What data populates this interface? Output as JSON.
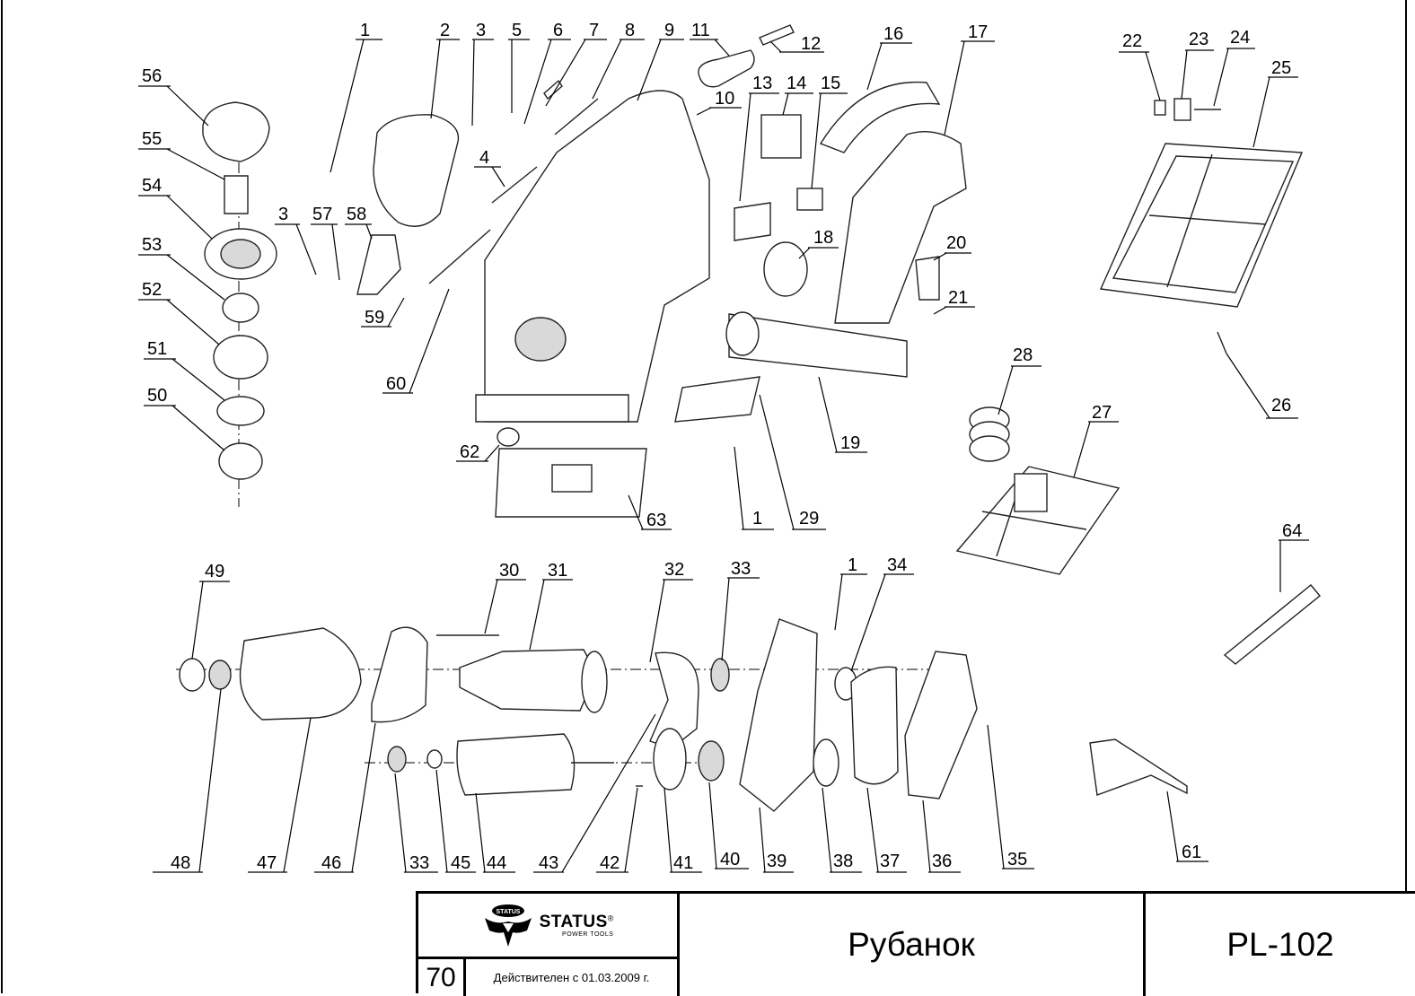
{
  "document": {
    "product_name": "Рубанок",
    "model": "PL-102",
    "page_number": "70",
    "validity": "Действителен с 01.03.2009 г.",
    "brand": "STATUS",
    "brand_sub": "POWER TOOLS",
    "brand_emblem_text": "STATUS",
    "registered_mark": "®"
  },
  "callouts": [
    "1",
    "2",
    "3",
    "5",
    "6",
    "7",
    "8",
    "9",
    "11",
    "12",
    "16",
    "17",
    "22",
    "23",
    "24",
    "25",
    "56",
    "55",
    "54",
    "53",
    "52",
    "51",
    "50",
    "10",
    "13",
    "14",
    "15",
    "4",
    "3",
    "57",
    "58",
    "18",
    "20",
    "21",
    "59",
    "60",
    "26",
    "28",
    "27",
    "19",
    "62",
    "63",
    "1",
    "29",
    "64",
    "49",
    "30",
    "31",
    "32",
    "33",
    "1",
    "34",
    "48",
    "47",
    "46",
    "33",
    "45",
    "44",
    "43",
    "42",
    "41",
    "40",
    "39",
    "38",
    "37",
    "36",
    "35",
    "61"
  ]
}
